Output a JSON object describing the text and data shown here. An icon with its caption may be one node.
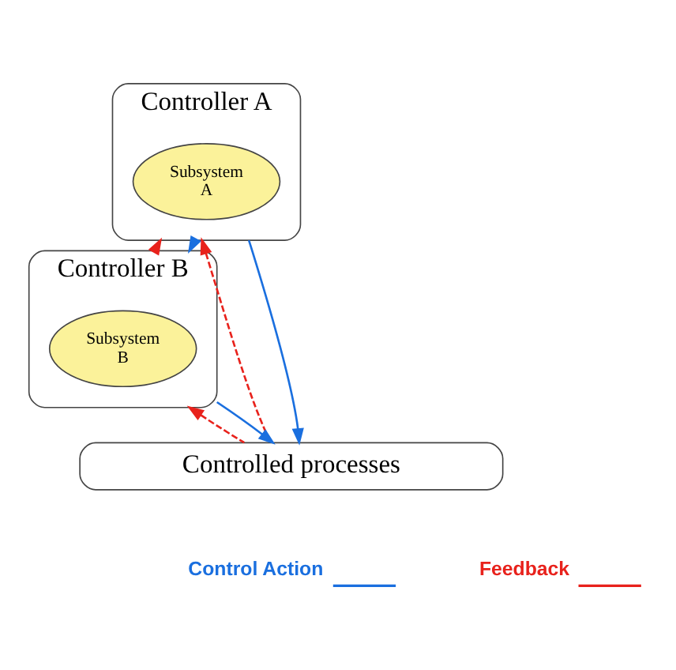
{
  "diagram": {
    "nodes": [
      {
        "text": [
          "Controller A"
        ]
      },
      {
        "text": [
          "Subsystem A"
        ],
        "in": 0
      },
      {
        "text": [
          "Controller B"
        ]
      },
      {
        "text": [
          "Subsystem B"
        ],
        "in": 2
      },
      {
        "text": [
          "Controlled processes"
        ]
      }
    ],
    "edges": [
      {
        "from": 4,
        "to": 0,
        "arrow": "to",
        "style": "dashed",
        "color": "#e8221c"
      },
      {
        "from": 0,
        "to": 4,
        "arrow": "to",
        "color": "#1a6fdf"
      },
      {
        "from": 2,
        "to": 0,
        "arrow": "to",
        "style": "dashed",
        "color": "#e8221c"
      },
      {
        "from": 0,
        "to": 2,
        "arrow": "to",
        "color": "#1a6fdf"
      },
      {
        "from": 4,
        "to": 2,
        "arrow": "to",
        "style": "dashed",
        "color": "#e8221c"
      },
      {
        "from": 2,
        "to": 4,
        "arrow": "to",
        "color": "#1a6fdf"
      }
    ],
    "legend": [
      {
        "text": "Control Action"
      },
      {
        "text": "Feedback"
      }
    ]
  }
}
